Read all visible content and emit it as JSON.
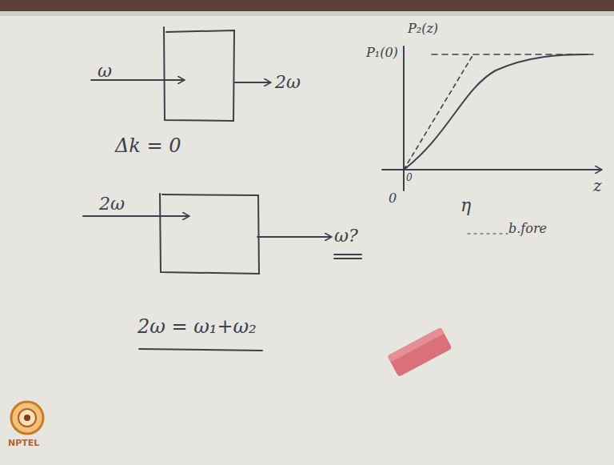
{
  "diagram": {
    "labels": [
      "ω",
      "2ω",
      "Δk = 0",
      "2ω",
      "ω?",
      "2ω = ω₁+ω₂",
      "P₂(z)",
      "P₁(0)",
      "z",
      "0",
      "0",
      "η",
      "b.fore",
      "NPTEL"
    ]
  }
}
